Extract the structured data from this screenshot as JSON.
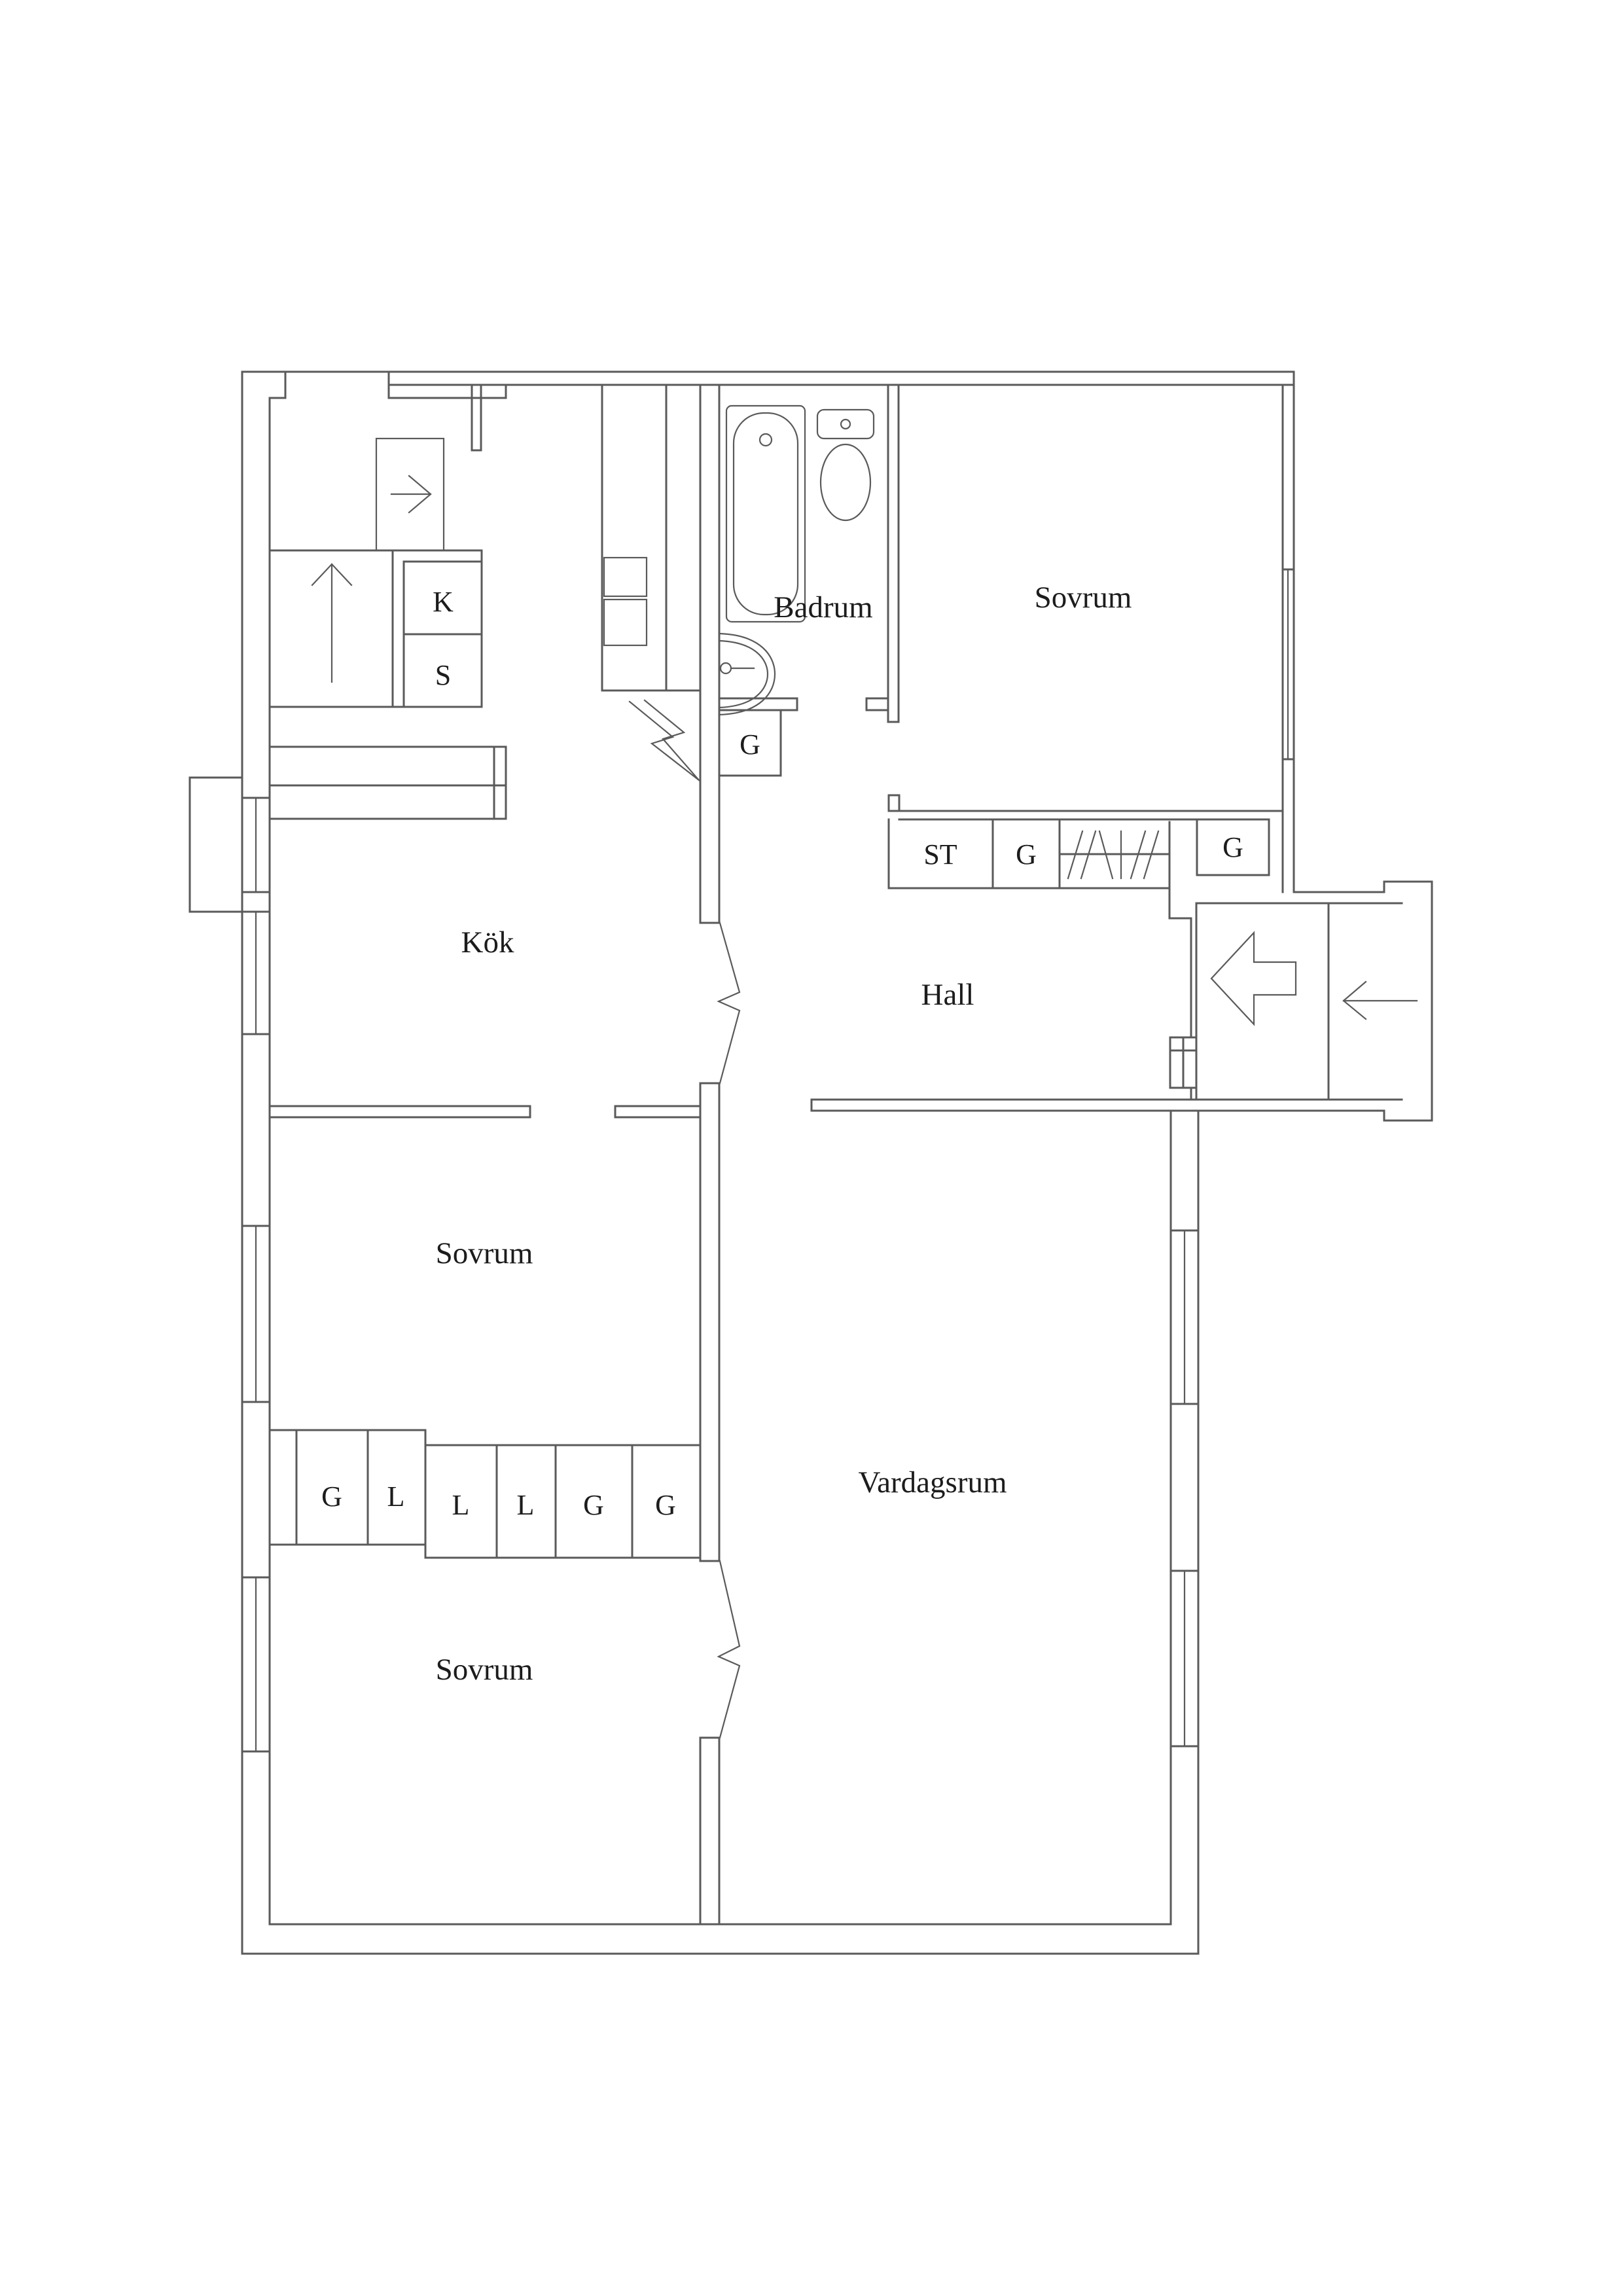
{
  "document": {
    "type": "floor-plan",
    "language": "sv"
  },
  "colors": {
    "line": "#5a5a5a",
    "background": "#ffffff",
    "text": "#1c1c1c"
  },
  "rooms": [
    {
      "id": "bathroom",
      "label": "Badrum"
    },
    {
      "id": "bedroom-top",
      "label": "Sovrum"
    },
    {
      "id": "kitchen",
      "label": "Kök"
    },
    {
      "id": "hall",
      "label": "Hall"
    },
    {
      "id": "bedroom-middle",
      "label": "Sovrum"
    },
    {
      "id": "living-room",
      "label": "Vardagsrum"
    },
    {
      "id": "bedroom-bottom",
      "label": "Sovrum"
    }
  ],
  "storage": [
    {
      "id": "fridge",
      "label": "K"
    },
    {
      "id": "cooler",
      "label": "S"
    },
    {
      "id": "bathroom-closet",
      "label": "G"
    },
    {
      "id": "hall-closet-st",
      "label": "ST"
    },
    {
      "id": "hall-closet-g",
      "label": "G"
    },
    {
      "id": "entry-closet-g",
      "label": "G"
    },
    {
      "id": "row-upper-g",
      "label": "G"
    },
    {
      "id": "row-upper-l",
      "label": "L"
    },
    {
      "id": "row-lower-l1",
      "label": "L"
    },
    {
      "id": "row-lower-l2",
      "label": "L"
    },
    {
      "id": "row-lower-g1",
      "label": "G"
    },
    {
      "id": "row-lower-g2",
      "label": "G"
    }
  ],
  "symbols": [
    "entry-block-arrow",
    "stair-landing-arrow",
    "stairs-up-arrow",
    "direction-right-arrow",
    "electrical-bolt",
    "bathtub",
    "toilet",
    "wash-basin",
    "wardrobe-hanging-rail-hatch",
    "accordion-door",
    "window-double-line"
  ]
}
